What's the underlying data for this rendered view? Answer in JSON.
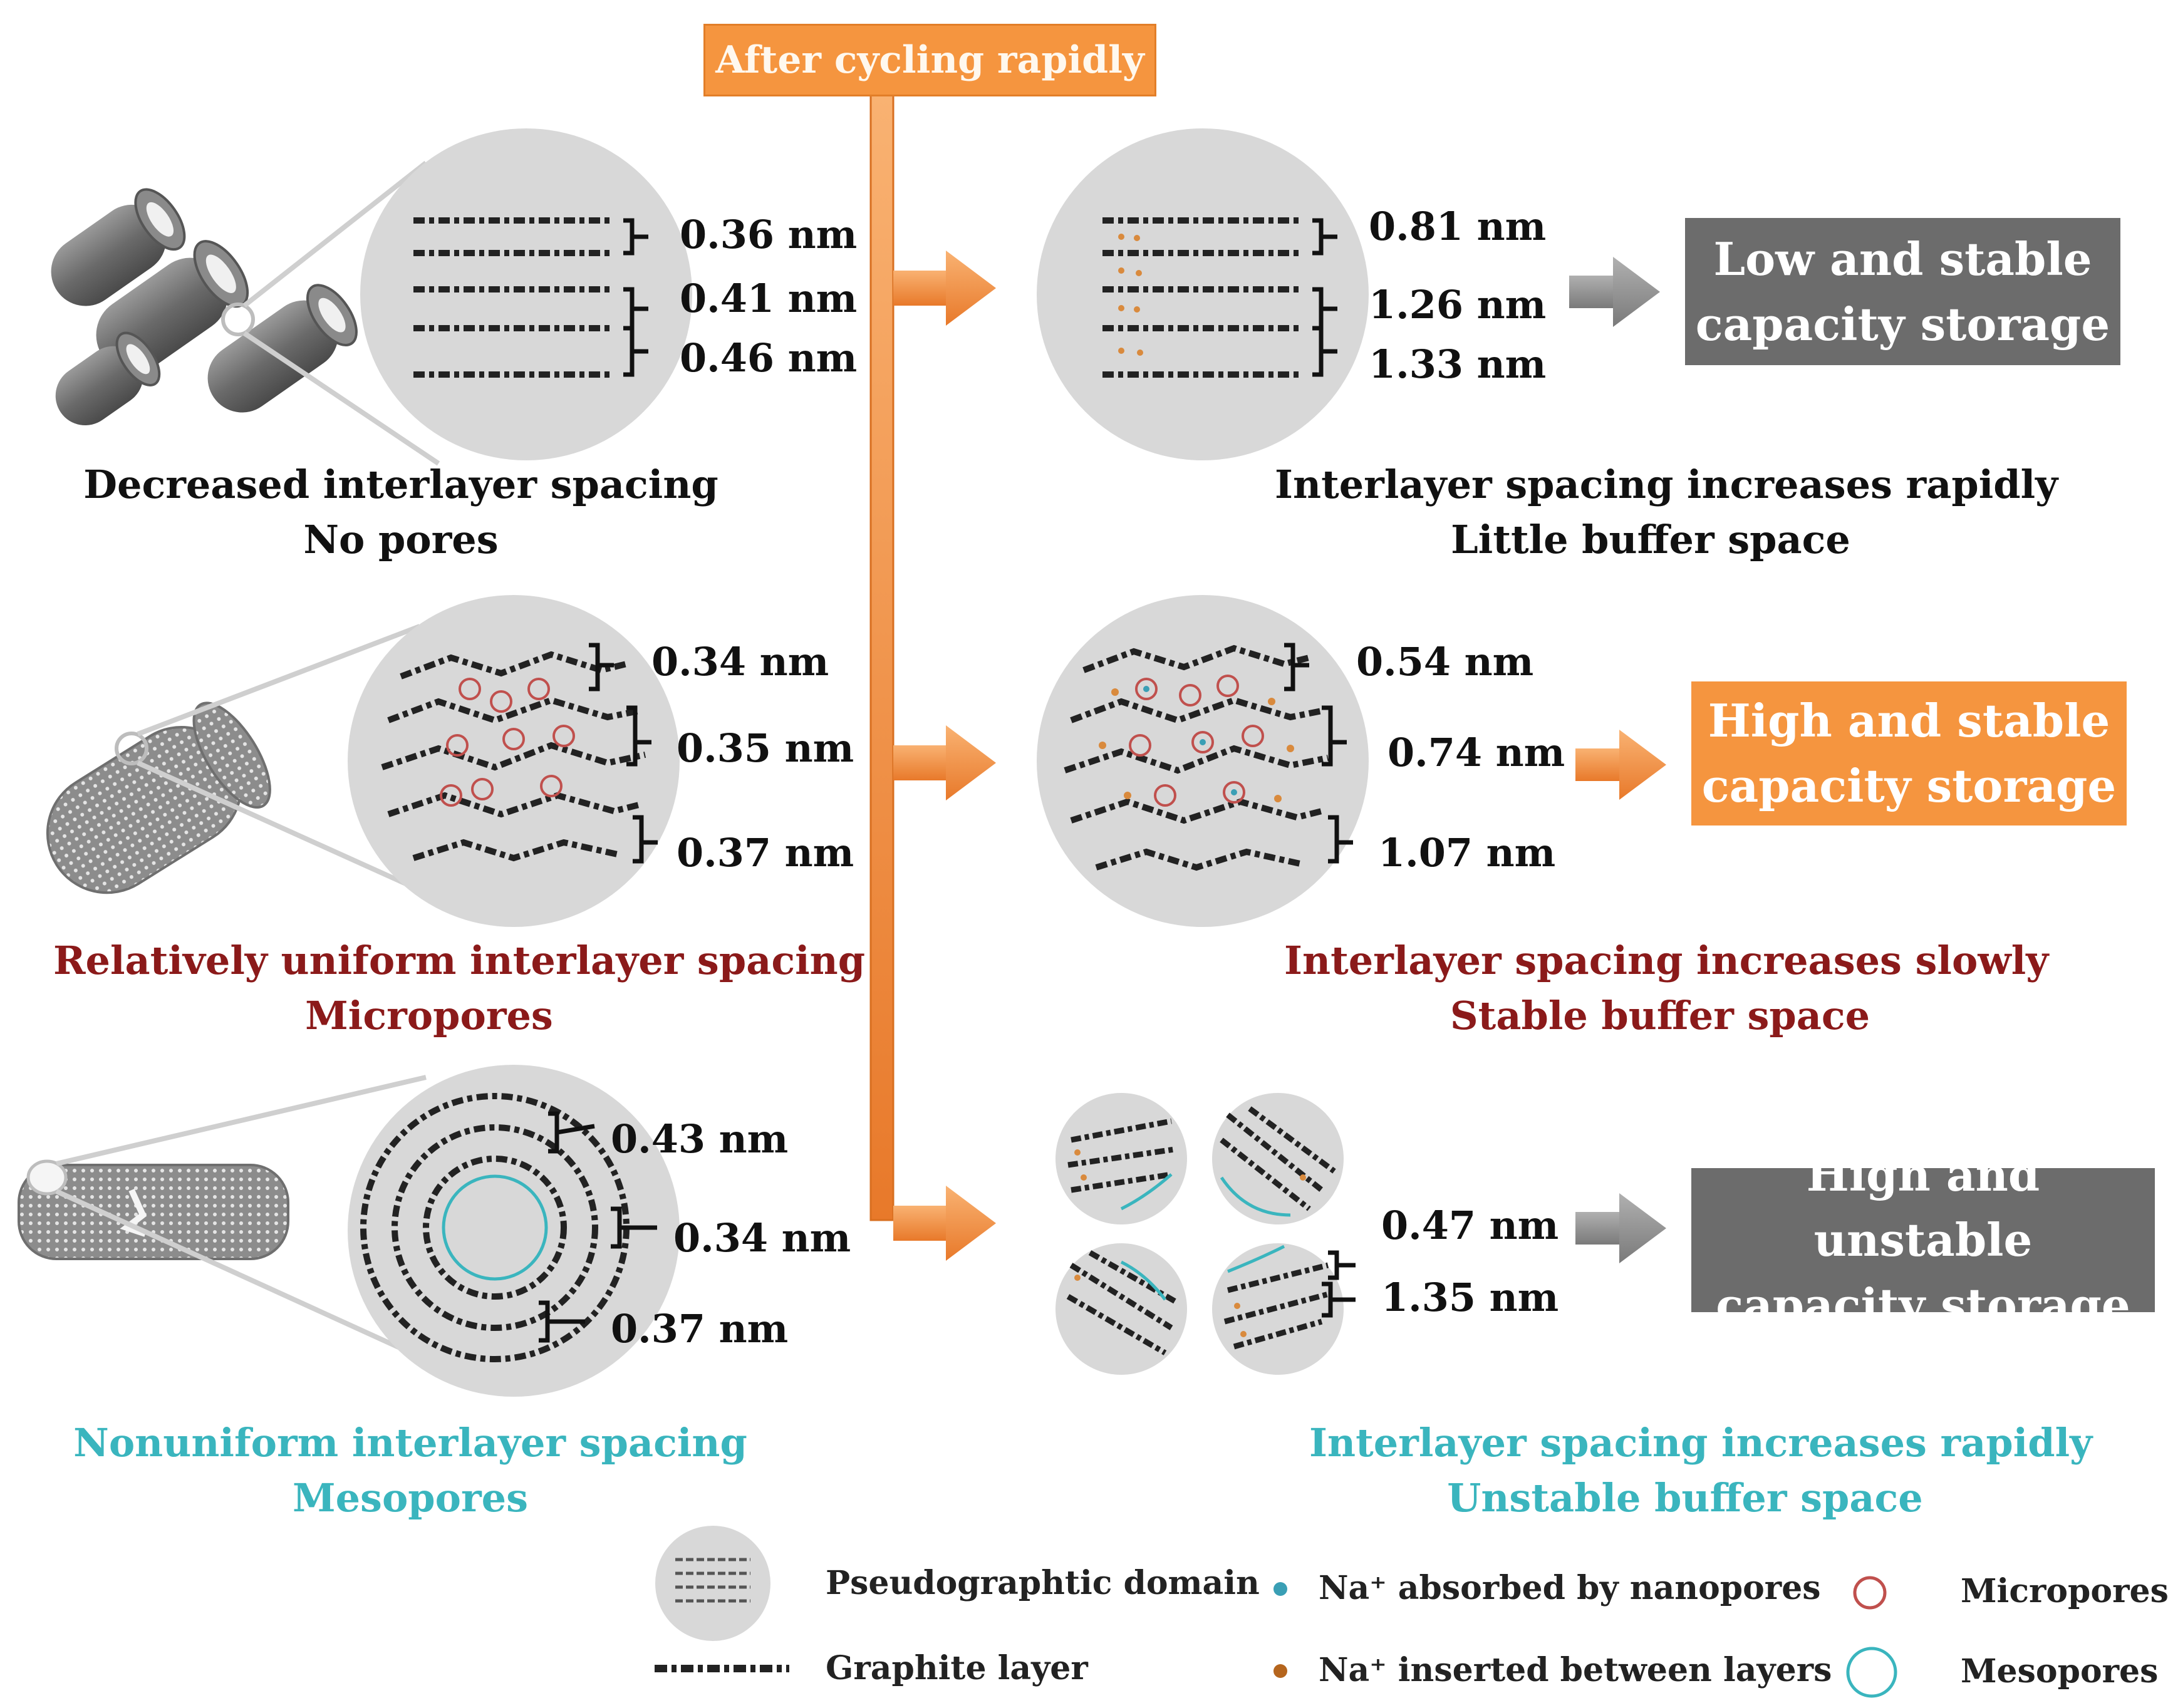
{
  "header": {
    "title": "After cycling rapidly"
  },
  "left_panels": [
    {
      "spacings": [
        "0.36 nm",
        "0.41 nm",
        "0.46 nm"
      ],
      "caption": [
        "Decreased interlayer spacing",
        "No pores"
      ]
    },
    {
      "spacings": [
        "0.34 nm",
        "0.35 nm",
        "0.37 nm"
      ],
      "caption": [
        "Relatively uniform interlayer spacing",
        "Micropores"
      ]
    },
    {
      "spacings": [
        "0.43 nm",
        "0.34 nm",
        "0.37 nm"
      ],
      "caption": [
        "Nonuniform interlayer spacing",
        "Mesopores"
      ]
    }
  ],
  "right_panels": [
    {
      "spacings": [
        "0.81 nm",
        "1.26 nm",
        "1.33 nm"
      ],
      "caption": [
        "Interlayer spacing increases rapidly",
        "Little buffer space"
      ],
      "result": [
        "Low and stable",
        "capacity storage"
      ]
    },
    {
      "spacings": [
        "0.54 nm",
        "0.74 nm",
        "1.07 nm"
      ],
      "caption": [
        "Interlayer spacing increases slowly",
        "Stable buffer space"
      ],
      "result": [
        "High and stable",
        "capacity storage"
      ]
    },
    {
      "spacings": [
        "0.47 nm",
        "1.35 nm"
      ],
      "caption": [
        "Interlayer spacing increases rapidly",
        "Unstable buffer space"
      ],
      "result": [
        "High and unstable",
        "capacity storage"
      ]
    }
  ],
  "legend": {
    "pseudographitic": "Pseudographtic domain",
    "graphite_layer": "Graphite layer",
    "na_absorbed": "Na⁺ absorbed by nanopores",
    "na_inserted": "Na⁺ inserted between layers",
    "micropores": "Micropores",
    "mesopores": "Mesopores"
  },
  "colors": {
    "orange": "#f5953f",
    "gray_box": "#6c6c6c",
    "circle_fill": "#d8d8d8",
    "red_text": "#8b1a1a",
    "cyan_text": "#3ab5be",
    "micropore": "#c0504d",
    "na_absorbed_dot": "#3a9fb5",
    "na_inserted_dot": "#b5651d"
  }
}
